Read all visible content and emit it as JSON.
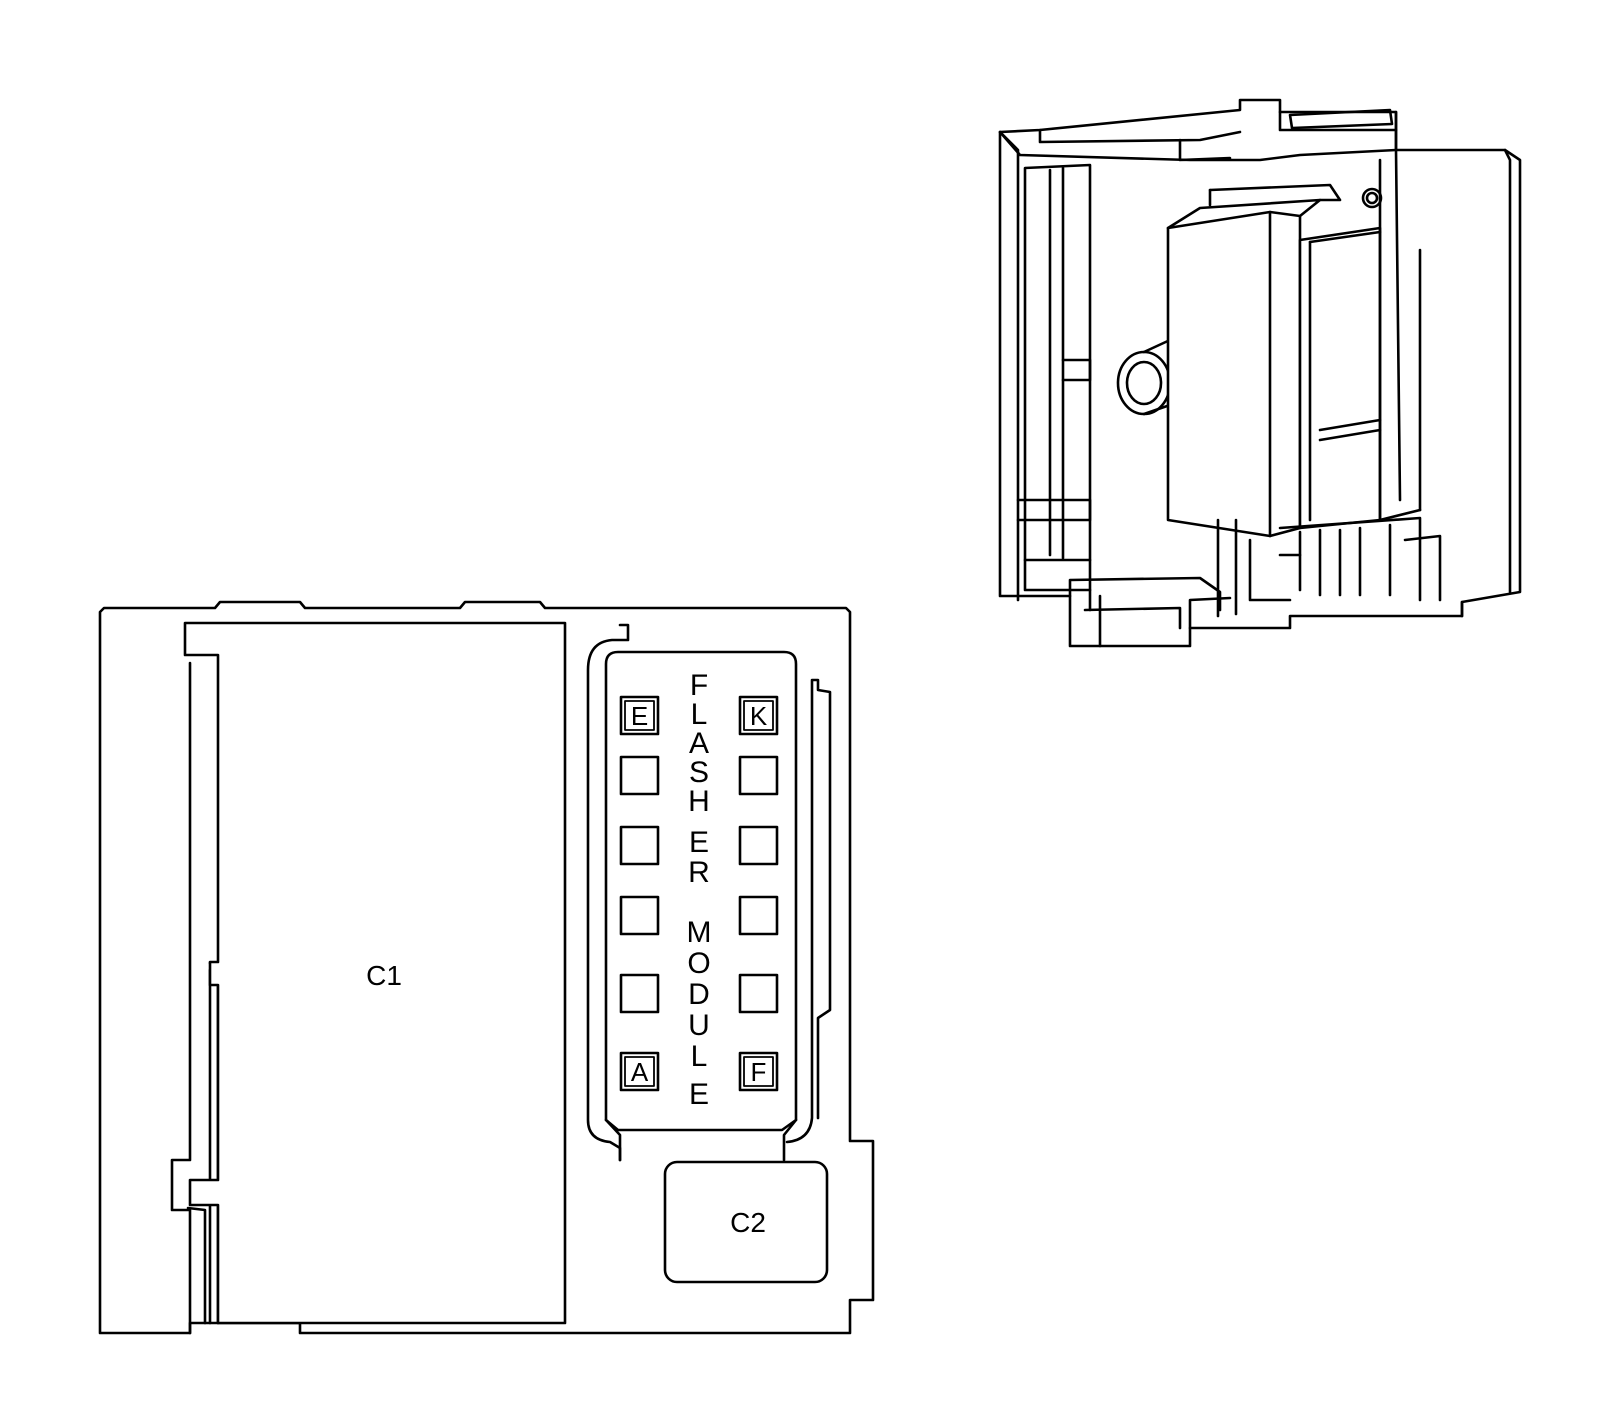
{
  "diagram": {
    "connectors": {
      "c1": "C1",
      "c2": "C2"
    },
    "module_label": {
      "word1": [
        "F",
        "L",
        "A",
        "S",
        "H",
        "E",
        "R"
      ],
      "word2": [
        "M",
        "O",
        "D",
        "U",
        "L",
        "E"
      ]
    },
    "pins": {
      "top_left": "E",
      "top_right": "K",
      "bottom_left": "A",
      "bottom_right": "F"
    }
  }
}
